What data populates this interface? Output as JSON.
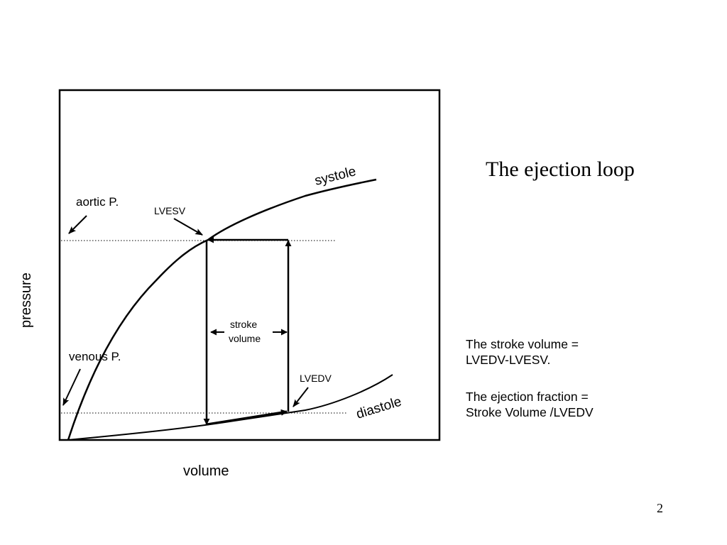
{
  "slide": {
    "title": "The ejection loop",
    "page_number": "2",
    "notes": [
      {
        "lines": [
          "The stroke volume =",
          "LVEDV-LVESV."
        ]
      },
      {
        "lines": [
          "The ejection fraction =",
          "Stroke Volume /LVEDV"
        ]
      }
    ]
  },
  "diagram": {
    "axis_x_label": "volume",
    "axis_y_label": "pressure",
    "curves": {
      "systole": "systole",
      "diastole": "diastole"
    },
    "labels": {
      "aortic_pressure": "aortic P.",
      "venous_pressure": "venous P.",
      "lvesv": "LVESV",
      "lvedv": "LVEDV",
      "stroke_volume_line1": "stroke",
      "stroke_volume_line2": "volume"
    }
  },
  "colors": {
    "ink": "#000000",
    "background": "#ffffff"
  }
}
